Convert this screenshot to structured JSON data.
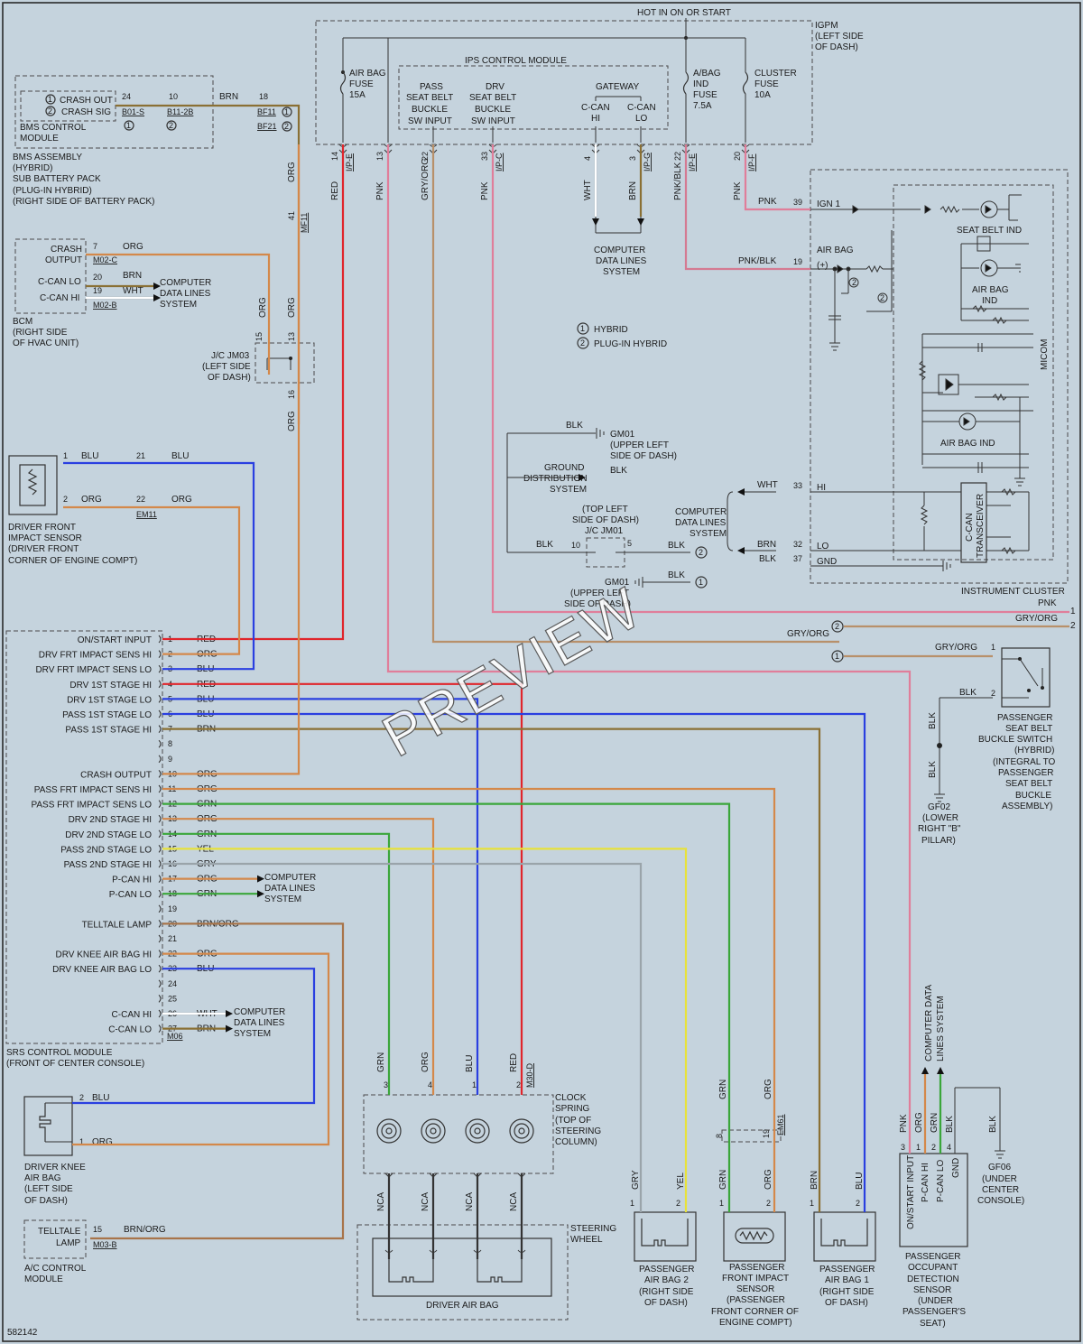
{
  "colors": {
    "background": "#c5d3dd",
    "RED": "#e0252b",
    "BLU": "#2a3fe0",
    "ORG": "#d4884a",
    "PNK": "#e07e9a",
    "GRN": "#3aa63a",
    "YEL": "#e8e23a",
    "GRY": "#9aa4aa",
    "BRN": "#8a7034",
    "BLK": "#333333",
    "WHT": "#ffffff",
    "GRY/ORG": "#b8906a",
    "PNK/BLK": "#d47a92",
    "BRN/ORG": "#a8744a"
  },
  "header": {
    "hot_label": "HOT IN ON OR START",
    "igpm": [
      "IGPM",
      "(LEFT SIDE",
      "OF DASH)"
    ]
  },
  "ips": {
    "title": "IPS CONTROL MODULE",
    "pass_input": [
      "PASS",
      "SEAT BELT",
      "BUCKLE",
      "SW INPUT"
    ],
    "drv_input": [
      "DRV",
      "SEAT BELT",
      "BUCKLE",
      "SW INPUT"
    ],
    "gateway": "GATEWAY",
    "ccan_hi": [
      "C-CAN",
      "HI"
    ],
    "ccan_lo": [
      "C-CAN",
      "LO"
    ]
  },
  "fuses": {
    "airbag": [
      "AIR BAG",
      "FUSE",
      "15A"
    ],
    "abag_ind": [
      "A/BAG",
      "IND",
      "FUSE",
      "7.5A"
    ],
    "cluster": [
      "CLUSTER",
      "FUSE",
      "10A"
    ]
  },
  "igpm_pins": [
    {
      "num": "14",
      "conn": "I/P-E",
      "color": "RED"
    },
    {
      "num": "13",
      "conn": "",
      "color": "PNK"
    },
    {
      "num": "22",
      "conn": "",
      "color": "GRY/ORG"
    },
    {
      "num": "33",
      "conn": "I/P-C",
      "color": "PNK"
    },
    {
      "num": "4",
      "conn": "",
      "color": "WHT"
    },
    {
      "num": "3",
      "conn": "I/P-G",
      "color": "BRN"
    },
    {
      "num": "22",
      "conn": "I/P-E",
      "color": "PNK/BLK"
    },
    {
      "num": "20",
      "conn": "I/P-F",
      "color": "PNK"
    }
  ],
  "bms": {
    "labels": [
      "CRASH OUT",
      "CRASH SIG"
    ],
    "hy1": "1",
    "hy2": "2",
    "pins": [
      "24",
      "10",
      "18"
    ],
    "conns": [
      "B01-S",
      "B11-2B",
      "BF11",
      "BF21"
    ],
    "wire": "BRN",
    "module": [
      "BMS CONTROL",
      "MODULE"
    ],
    "desc": [
      "BMS ASSEMBLY",
      "(HYBRID)",
      "SUB BATTERY PACK",
      "(PLUG-IN HYBRID)",
      "(RIGHT SIDE OF BATTERY PACK)"
    ]
  },
  "bcm": {
    "labels": [
      "CRASH",
      "OUTPUT",
      "C-CAN LO",
      "C-CAN HI"
    ],
    "pins": [
      "7",
      "20",
      "19"
    ],
    "wires": [
      "ORG",
      "BRN",
      "WHT"
    ],
    "conns": [
      "M02-C",
      "M02-B"
    ],
    "computer": [
      "COMPUTER",
      "DATA LINES",
      "SYSTEM"
    ],
    "desc": [
      "BCM",
      "(RIGHT SIDE",
      "OF HVAC UNIT)"
    ]
  },
  "jc_jm03": {
    "label": [
      "J/C JM03",
      "(LEFT SIDE",
      "OF DASH)"
    ],
    "pins": [
      "15",
      "13",
      "16",
      "41"
    ],
    "conn": "MF11",
    "wire": "ORG"
  },
  "front_sensor": {
    "pins": [
      "1",
      "2",
      "21",
      "22"
    ],
    "wires": [
      "BLU",
      "ORG"
    ],
    "conn": "EM11",
    "desc": [
      "DRIVER FRONT",
      "IMPACT SENSOR",
      "(DRIVER FRONT",
      "CORNER OF ENGINE COMPT)"
    ]
  },
  "srs_pins": [
    {
      "num": "1",
      "label": "ON/START INPUT",
      "wire": "RED"
    },
    {
      "num": "2",
      "label": "DRV FRT IMPACT SENS HI",
      "wire": "ORG"
    },
    {
      "num": "3",
      "label": "DRV FRT IMPACT SENS LO",
      "wire": "BLU"
    },
    {
      "num": "4",
      "label": "DRV 1ST STAGE HI",
      "wire": "RED"
    },
    {
      "num": "5",
      "label": "DRV 1ST STAGE LO",
      "wire": "BLU"
    },
    {
      "num": "6",
      "label": "PASS 1ST STAGE LO",
      "wire": "BLU"
    },
    {
      "num": "7",
      "label": "PASS 1ST STAGE HI",
      "wire": "BRN"
    },
    {
      "num": "8",
      "label": "",
      "wire": ""
    },
    {
      "num": "9",
      "label": "",
      "wire": ""
    },
    {
      "num": "10",
      "label": "CRASH OUTPUT",
      "wire": "ORG"
    },
    {
      "num": "11",
      "label": "PASS FRT IMPACT SENS HI",
      "wire": "ORG"
    },
    {
      "num": "12",
      "label": "PASS FRT IMPACT SENS LO",
      "wire": "GRN"
    },
    {
      "num": "13",
      "label": "DRV 2ND STAGE HI",
      "wire": "ORG"
    },
    {
      "num": "14",
      "label": "DRV 2ND STAGE LO",
      "wire": "GRN"
    },
    {
      "num": "15",
      "label": "PASS 2ND STAGE LO",
      "wire": "YEL"
    },
    {
      "num": "16",
      "label": "PASS 2ND STAGE HI",
      "wire": "GRY"
    },
    {
      "num": "17",
      "label": "P-CAN HI",
      "wire": "ORG"
    },
    {
      "num": "18",
      "label": "P-CAN LO",
      "wire": "GRN"
    },
    {
      "num": "19",
      "label": "",
      "wire": ""
    },
    {
      "num": "20",
      "label": "TELLTALE LAMP",
      "wire": "BRN/ORG"
    },
    {
      "num": "21",
      "label": "",
      "wire": ""
    },
    {
      "num": "22",
      "label": "DRV KNEE AIR BAG HI",
      "wire": "ORG"
    },
    {
      "num": "23",
      "label": "DRV KNEE AIR BAG LO",
      "wire": "BLU"
    },
    {
      "num": "24",
      "label": "",
      "wire": ""
    },
    {
      "num": "25",
      "label": "",
      "wire": ""
    },
    {
      "num": "26",
      "label": "C-CAN HI",
      "wire": "WHT"
    },
    {
      "num": "27",
      "label": "C-CAN LO",
      "wire": "BRN"
    }
  ],
  "srs": {
    "conn": "M06",
    "computer": [
      "COMPUTER",
      "DATA LINES",
      "SYSTEM"
    ],
    "desc": [
      "SRS CONTROL MODULE",
      "(FRONT OF CENTER CONSOLE)"
    ]
  },
  "legend": {
    "hybrid": "HYBRID",
    "plugin": "PLUG-IN HYBRID",
    "n1": "1",
    "n2": "2"
  },
  "cluster": {
    "ign1": "IGN 1",
    "airbag": "AIR BAG",
    "plus": "(+)",
    "seat_belt_ind": "SEAT BELT IND",
    "airbag_ind": [
      "AIR BAG",
      "IND"
    ],
    "airbag_ind2": "AIR BAG IND",
    "micom": "MICOM",
    "transceiver": [
      "C-CAN",
      "TRANSCEIVER"
    ],
    "hi": "HI",
    "lo": "LO",
    "gnd": "GND",
    "pins": [
      "39",
      "19",
      "33",
      "32",
      "37"
    ],
    "wires": [
      "PNK",
      "PNK/BLK",
      "WHT",
      "BRN",
      "BLK"
    ],
    "desc": "INSTRUMENT CLUSTER"
  },
  "cdls": {
    "computer_ips": [
      "COMPUTER",
      "DATA LINES",
      "SYSTEM"
    ],
    "computer_cluster": [
      "COMPUTER",
      "DATA LINES",
      "SYSTEM"
    ],
    "wht": "WHT",
    "brn": "BRN"
  },
  "ground": {
    "gm01_top": [
      "GM01",
      "(UPPER LEFT",
      "SIDE OF DASH)"
    ],
    "distribution": [
      "GROUND",
      "DISTRIBUTION",
      "SYSTEM"
    ],
    "jm01": [
      "(TOP LEFT",
      "SIDE OF DASH)",
      "J/C JM01"
    ],
    "gm01_bottom": [
      "GM01",
      "(UPPER LEFT",
      "SIDE OF DASH)"
    ],
    "blk": "BLK",
    "pins": [
      "10",
      "5"
    ]
  },
  "right_wires": {
    "pnk": "PNK",
    "gry_org": "GRY/ORG",
    "n1": "1",
    "n2": "2"
  },
  "buckle": {
    "wire1": "GRY/ORG",
    "wire2": "BLK",
    "pins": [
      "1",
      "2"
    ],
    "desc": [
      "PASSENGER",
      "SEAT BELT",
      "BUCKLE SWITCH",
      "(HYBRID)",
      "(INTEGRAL TO",
      "PASSENGER",
      "SEAT BELT",
      "BUCKLE",
      "ASSEMBLY)"
    ],
    "gf02": [
      "GF02",
      "(LOWER",
      "RIGHT \"B\"",
      "PILLAR)"
    ]
  },
  "knee": {
    "pins": [
      "2",
      "1"
    ],
    "wires": [
      "BLU",
      "ORG"
    ],
    "desc": [
      "DRIVER KNEE",
      "AIR BAG",
      "(LEFT SIDE",
      "OF DASH)"
    ]
  },
  "ac": {
    "labels": [
      "TELLTALE",
      "LAMP"
    ],
    "pin": "15",
    "wire": "BRN/ORG",
    "conn": "M03-B",
    "desc": [
      "A/C CONTROL",
      "MODULE"
    ]
  },
  "clock": {
    "pins": [
      "3",
      "4",
      "1",
      "2"
    ],
    "wires": [
      "GRN",
      "ORG",
      "BLU",
      "RED"
    ],
    "conn": "M30-D",
    "nca": "NCA",
    "desc": [
      "CLOCK",
      "SPRING",
      "(TOP OF",
      "STEERING",
      "COLUMN)"
    ]
  },
  "steering": {
    "desc": [
      "STEERING",
      "WHEEL"
    ],
    "airbag": "DRIVER AIR BAG"
  },
  "pab2": {
    "pins": [
      "1",
      "2"
    ],
    "wires": [
      "GRY",
      "YEL"
    ],
    "desc": [
      "PASSENGER",
      "AIR BAG 2",
      "(RIGHT SIDE",
      "OF DASH)"
    ]
  },
  "pfis": {
    "pins": [
      "8",
      "19",
      "1",
      "2"
    ],
    "wires": [
      "GRN",
      "ORG"
    ],
    "conn": "EM61",
    "desc": [
      "PASSENGER",
      "FRONT IMPACT",
      "SENSOR",
      "(PASSENGER",
      "FRONT CORNER OF",
      "ENGINE COMPT)"
    ]
  },
  "pab1": {
    "pins": [
      "1",
      "2"
    ],
    "wires": [
      "BRN",
      "BLU"
    ],
    "desc": [
      "PASSENGER",
      "AIR BAG 1",
      "(RIGHT SIDE",
      "OF DASH)"
    ]
  },
  "pods": {
    "labels": [
      "ON/START INPUT",
      "P-CAN HI",
      "P-CAN LO",
      "GND"
    ],
    "pins": [
      "3",
      "1",
      "2",
      "4"
    ],
    "wires": [
      "PNK",
      "ORG",
      "GRN",
      "BLK"
    ],
    "computer": [
      "COMPUTER DATA",
      "LINES SYSTEM"
    ],
    "desc": [
      "PASSENGER",
      "OCCUPANT",
      "DETECTION",
      "SENSOR",
      "(UNDER",
      "PASSENGER'S",
      "SEAT)"
    ],
    "gf06": [
      "GF06",
      "(UNDER",
      "CENTER",
      "CONSOLE)"
    ],
    "blk": "BLK"
  },
  "watermark": "PREVIEW",
  "figure_id": "582142"
}
